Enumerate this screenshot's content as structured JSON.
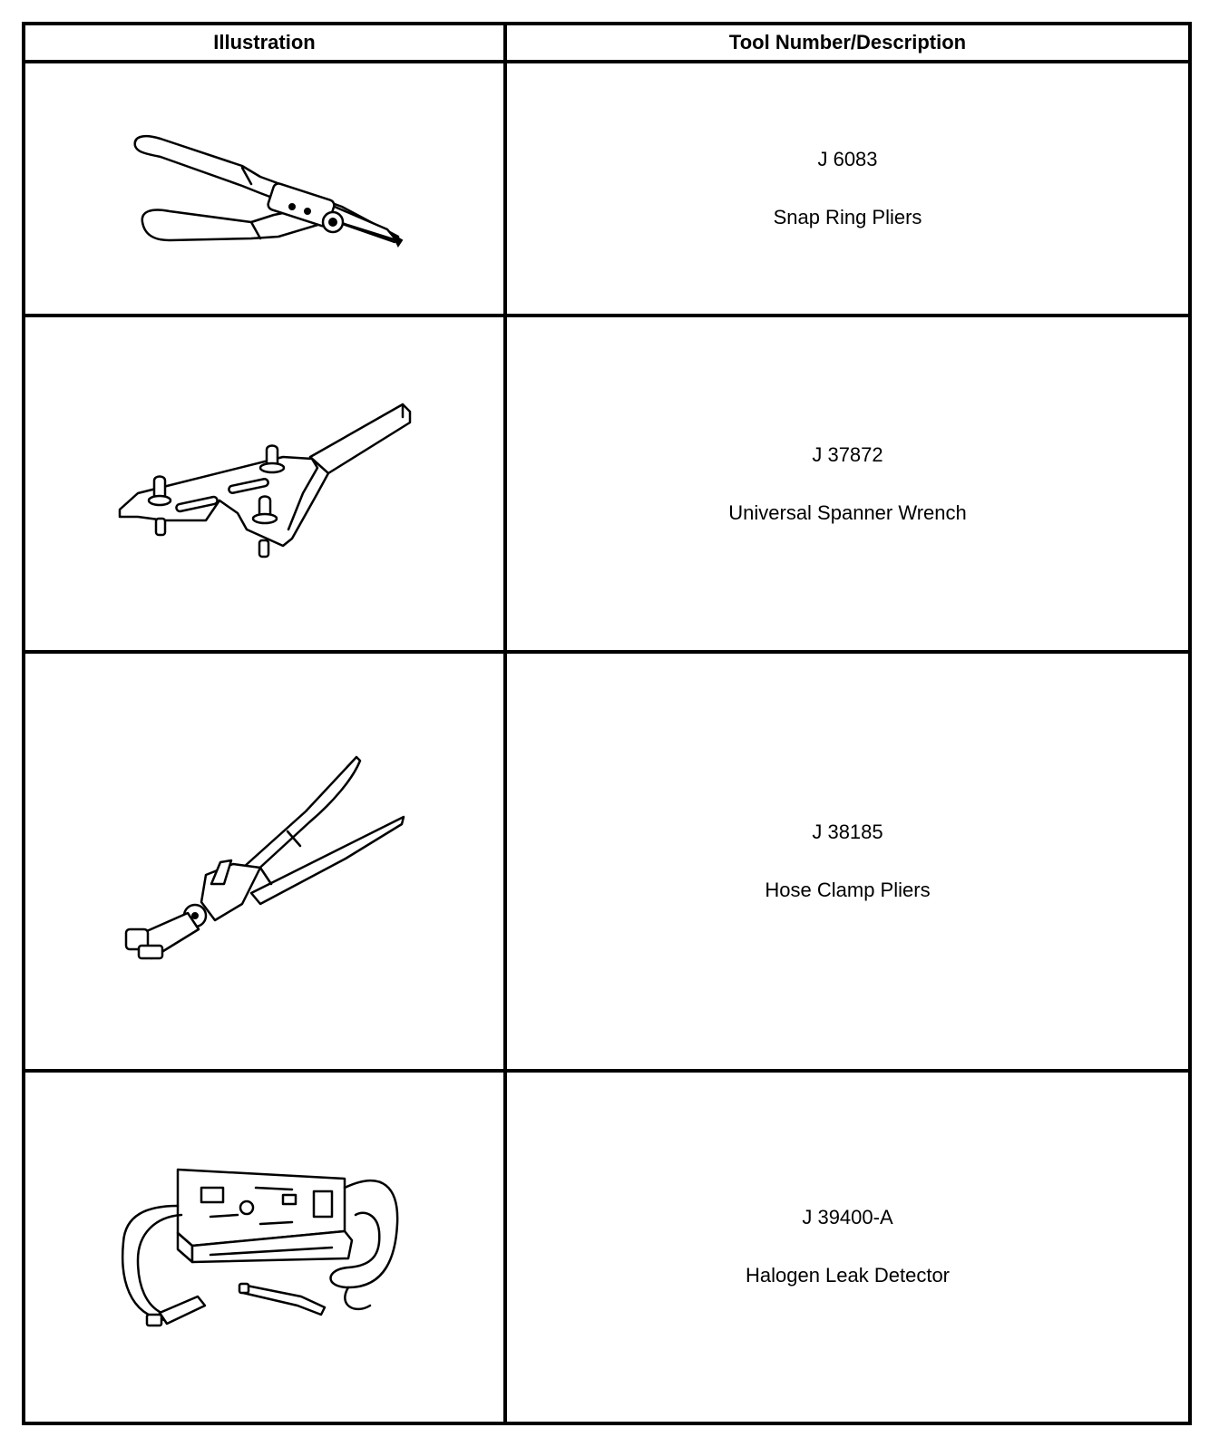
{
  "table": {
    "headers": {
      "illustration": "Illustration",
      "description": "Tool Number/Description"
    },
    "rows": [
      {
        "tool_number": "J 6083",
        "description": "Snap Ring Pliers",
        "icon": "snap-ring-pliers-icon"
      },
      {
        "tool_number": "J 37872",
        "description": "Universal Spanner Wrench",
        "icon": "spanner-wrench-icon"
      },
      {
        "tool_number": "J 38185",
        "description": "Hose Clamp Pliers",
        "icon": "hose-clamp-pliers-icon"
      },
      {
        "tool_number": "J 39400-A",
        "description": "Halogen Leak Detector",
        "icon": "halogen-leak-detector-icon"
      }
    ]
  }
}
